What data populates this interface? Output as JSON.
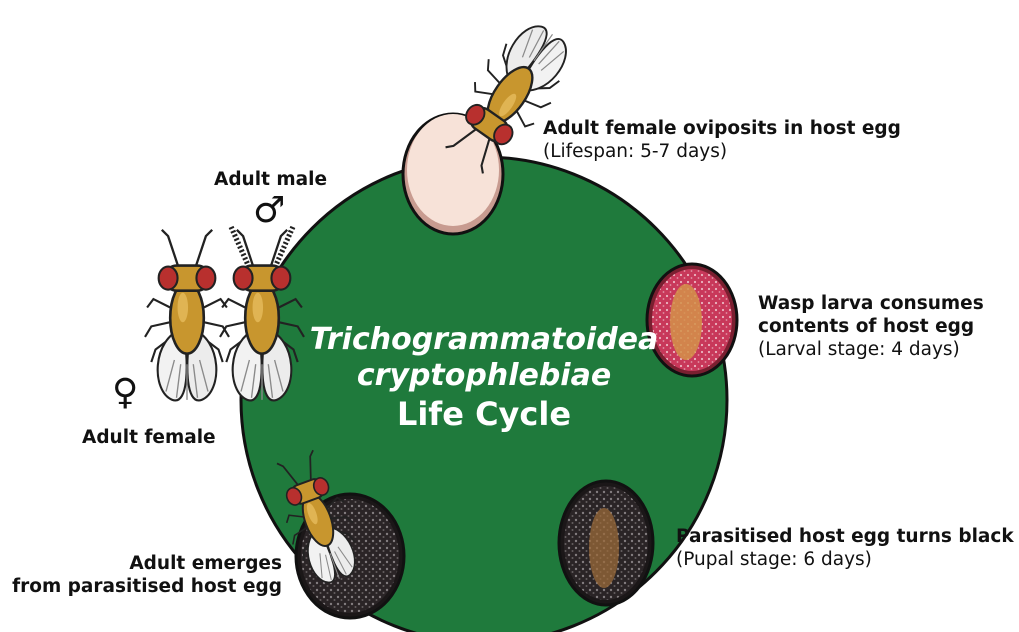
{
  "title": {
    "species_line1": "Trichogrammatoidea",
    "species_line2": "cryptophlebiae",
    "subtitle": "Life Cycle"
  },
  "stages": {
    "oviposit": {
      "title": "Adult female oviposits in host egg",
      "detail": "(Lifespan: 5-7 days)"
    },
    "larva": {
      "title_line1": "Wasp larva consumes",
      "title_line2": "contents of host egg",
      "detail": "(Larval stage: 4 days)"
    },
    "pupa": {
      "title": "Parasitised host egg turns black",
      "detail": "(Pupal stage: 6 days)"
    },
    "emerge": {
      "title_line1": "Adult emerges",
      "title_line2": "from parasitised host egg"
    }
  },
  "adults": {
    "male_label": "Adult male",
    "male_symbol": "♂",
    "female_label": "Adult female",
    "female_symbol": "♀"
  },
  "colors": {
    "circle": "#1f7a3c",
    "wasp_body": "#c8962e",
    "wasp_eye": "#b8302e",
    "egg_pale": "#f7e2d8",
    "egg_red": "#c8385a",
    "egg_black": "#2a2426"
  }
}
